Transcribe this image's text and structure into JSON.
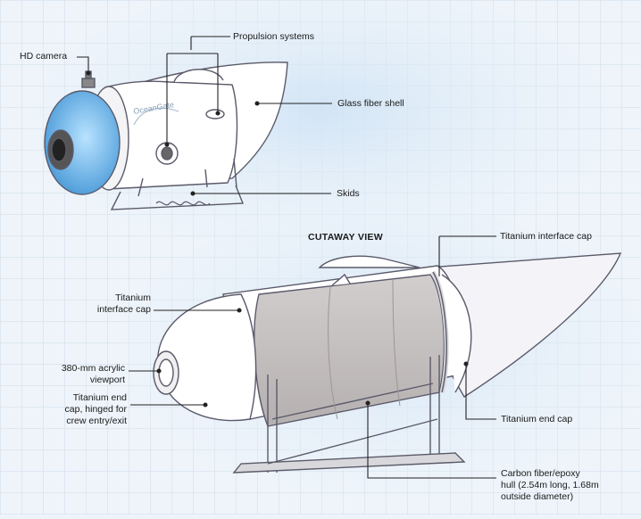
{
  "top_view": {
    "labels": {
      "hd_camera": "HD camera",
      "propulsion": "Propulsion systems",
      "shell": "Glass fiber shell",
      "skids": "Skids"
    },
    "logo_text": "OceanGate"
  },
  "cutaway_view": {
    "heading": "CUTAWAY VIEW",
    "labels": {
      "interface_cap_top": "Titanium interface cap",
      "interface_cap_left": [
        "Titanium",
        "interface cap"
      ],
      "viewport": [
        "380-mm acrylic",
        "viewport"
      ],
      "end_cap_left": [
        "Titanium end",
        "cap, hinged for",
        "crew entry/exit"
      ],
      "end_cap_right": "Titanium end cap",
      "hull": [
        "Carbon fiber/epoxy",
        "hull (2.54m long, 1.68m",
        "outside diameter)"
      ]
    }
  },
  "colors": {
    "background": "#eef4fa",
    "grid": "#c9d8e8",
    "hull_gray": "#c8c4c4",
    "shell_white": "#ffffff",
    "outline": "#5a5a6a",
    "viewport_blue": "#6fb6e8"
  }
}
